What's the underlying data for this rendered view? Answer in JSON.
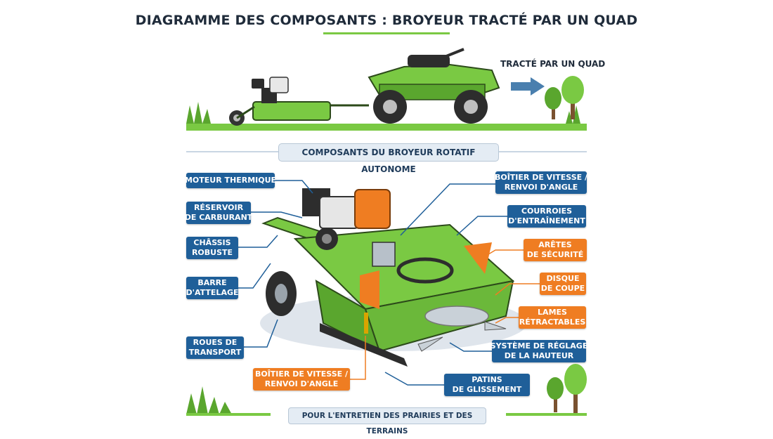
{
  "title": "DIAGRAMME DES COMPOSANTS : BROYEUR TRACTÉ PAR UN QUAD",
  "towed_label": "TRACTÉ PAR UN QUAD",
  "section_title": "COMPOSANTS DU BROYEUR ROTATIF AUTONOME",
  "footer": "POUR L'ENTRETIEN DES PRAIRIES ET DES TERRAINS",
  "colors": {
    "label_blue": "#1f5f99",
    "label_orange": "#ef7d22",
    "machine_green": "#7ac943",
    "accent_orange": "#ef7d22"
  },
  "labels": {
    "moteur": [
      "MOTEUR THERMIQUE"
    ],
    "reservoir": [
      "RÉSERVOIR",
      "DE CARBURANT"
    ],
    "chassis": [
      "CHÂSSIS",
      "ROBUSTE"
    ],
    "barre": [
      "BARRE",
      "D'ATTELAGE"
    ],
    "roues": [
      "ROUES DE",
      "TRANSPORT"
    ],
    "boitier_top": [
      "BOÎTIER DE VITESSE /",
      "RENVOI D'ANGLE"
    ],
    "courroies": [
      "COURROIES",
      "D'ENTRAÎNEMENT"
    ],
    "arretes": [
      "ARÊTES",
      "DE SÉCURITÉ"
    ],
    "disque": [
      "DISQUE",
      "DE COUPE"
    ],
    "lames": [
      "LAMES",
      "RÉTRACTABLES"
    ],
    "reglage": [
      "SYSTÈME DE RÉGLAGE",
      "DE LA HAUTEUR"
    ],
    "boitier_bottom": [
      "BOÎTIER DE VITESSE /",
      "RENVOI D'ANGLE"
    ],
    "patins": [
      "PATINS",
      "DE GLISSEMENT"
    ]
  }
}
